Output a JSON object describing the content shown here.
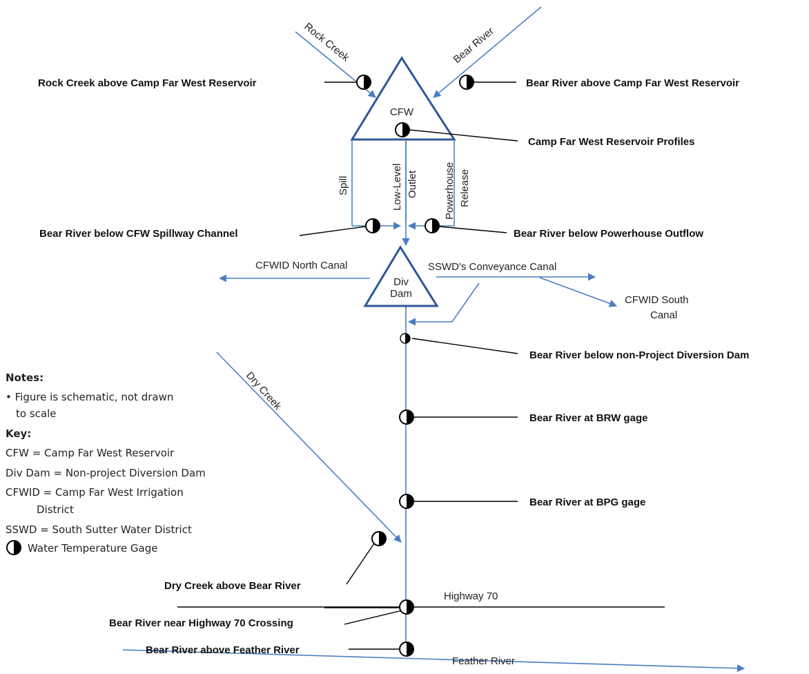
{
  "colors": {
    "water": "#4a7ec2",
    "dam": "#2f5597",
    "line": "#000000",
    "text": "#111111"
  },
  "facilities": {
    "reservoir": "CFW",
    "div_dam_line1": "Div",
    "div_dam_line2": "Dam"
  },
  "flows": {
    "rock_creek": "Rock Creek",
    "bear_river": "Bear River",
    "spill": "Spill",
    "low_level_1": "Low-Level",
    "low_level_2": "Outlet",
    "powerhouse_1": "Powerhouse",
    "powerhouse_2": "Release",
    "north_canal": "CFWID  North Canal",
    "conveyance_canal": "SSWD's  Conveyance Canal",
    "south_canal_1": "CFWID  South",
    "south_canal_2": "Canal",
    "dry_creek": "Dry Creek",
    "highway_70": "Highway 70",
    "feather_river": "Feather River"
  },
  "gages": [
    {
      "id": "rock-creek-above-cfw",
      "label": "Rock Creek above Camp Far West Reservoir"
    },
    {
      "id": "bear-river-above-cfw",
      "label": "Bear River above Camp Far West Reservoir"
    },
    {
      "id": "cfw-reservoir-profiles",
      "label": "Camp Far West Reservoir Profiles"
    },
    {
      "id": "bear-river-below-spillway",
      "label": "Bear River below CFW Spillway Channel"
    },
    {
      "id": "bear-river-below-powerhouse",
      "label": "Bear River below Powerhouse Outflow"
    },
    {
      "id": "bear-river-below-div-dam",
      "label": "Bear River below non-Project Diversion Dam"
    },
    {
      "id": "bear-river-brw",
      "label": "Bear River at BRW gage"
    },
    {
      "id": "bear-river-bpg",
      "label": "Bear River at BPG gage"
    },
    {
      "id": "dry-creek-above-bear",
      "label": "Dry Creek above Bear River"
    },
    {
      "id": "bear-river-hwy70",
      "label": "Bear River near Highway 70 Crossing"
    },
    {
      "id": "bear-river-above-feather",
      "label": "Bear River above Feather River"
    }
  ],
  "notes": {
    "heading": "Notes:",
    "bullet_line1": "• Figure is schematic, not drawn",
    "bullet_line2": "to scale",
    "key_heading": "Key:",
    "key_cfw": "CFW = Camp Far West Reservoir",
    "key_div": "Div Dam = Non-project Diversion Dam",
    "key_cfwid_1": "CFWID = Camp Far West Irrigation",
    "key_cfwid_2": "District",
    "key_sswd": "SSWD = South Sutter Water District",
    "key_gage": "Water Temperature Gage"
  }
}
